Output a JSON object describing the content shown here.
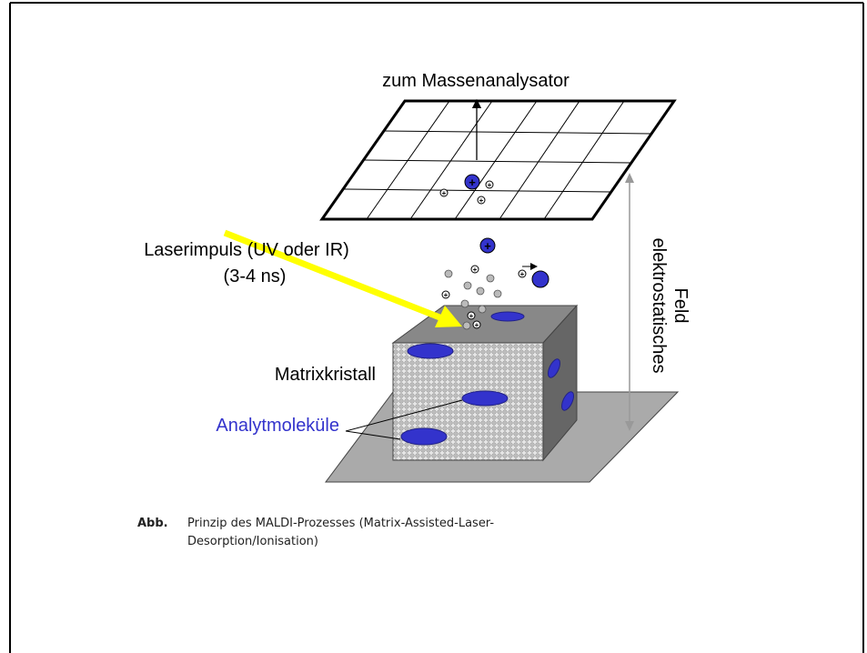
{
  "colors": {
    "border": "#000000",
    "analyte": "#3333cc",
    "laser": "#ffff00",
    "analyte_label": "#3333cc",
    "cube_top": "#888888",
    "cube_side": "#666666",
    "base_plate": "#aaaaaa",
    "matrix_dot": "#c8c8c8"
  },
  "labels": {
    "mass_analyzer": "zum Massenanalysator",
    "laser_line1": "Laserimpuls (UV oder IR)",
    "laser_line2": "(3-4 ns)",
    "field_line1": "elektrostatisches",
    "field_line2": "Feld",
    "matrix_crystal": "Matrixkristall",
    "analyte_molecules": "Analytmoleküle",
    "plus_sign": "+"
  },
  "caption": {
    "abbr": "Abb.",
    "text": "Prinzip des MALDI-Prozesses (Matrix-Assisted-Laser-Desorption/Ionisation)"
  }
}
